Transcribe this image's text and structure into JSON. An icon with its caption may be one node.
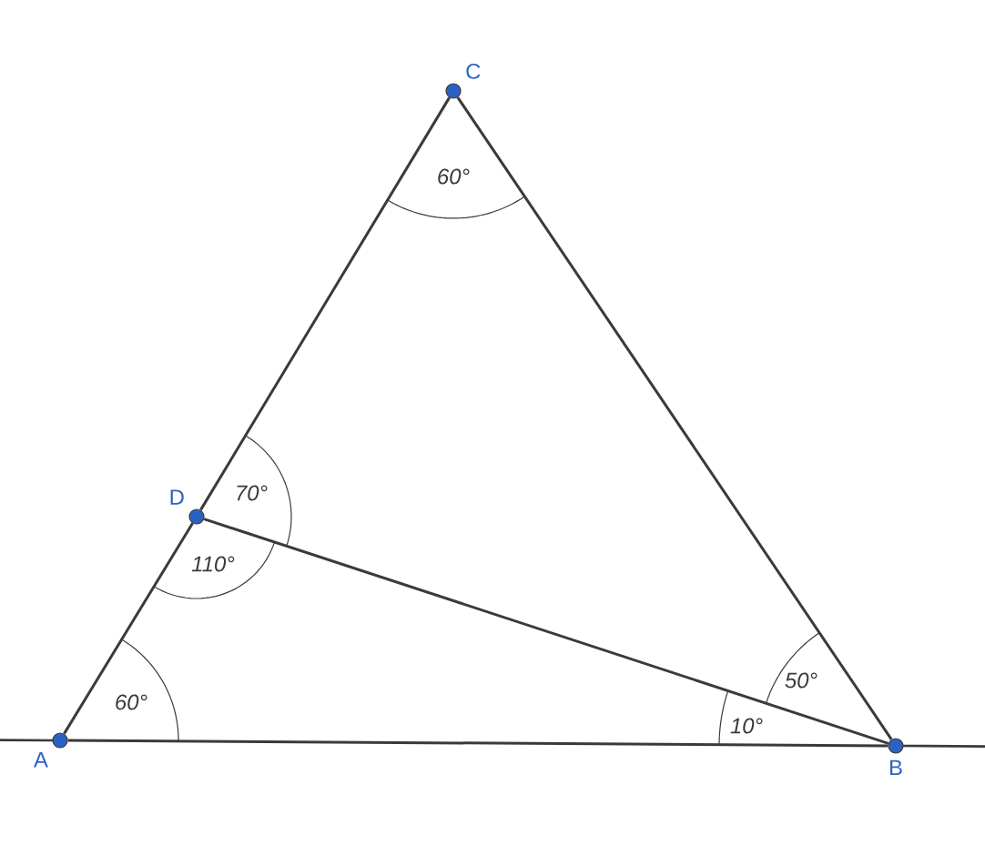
{
  "diagram": {
    "nodes": [
      {
        "text": [
          "A"
        ]
      },
      {
        "text": [
          "B"
        ]
      },
      {
        "text": [
          "C"
        ]
      },
      {
        "text": [
          "D"
        ]
      }
    ],
    "edges": [
      {
        "from": 0,
        "to": 1,
        "arrow": "none"
      },
      {
        "from": 0,
        "to": 3,
        "arrow": "none"
      },
      {
        "from": 3,
        "to": 2,
        "arrow": "none"
      },
      {
        "from": 2,
        "to": 1,
        "arrow": "none"
      },
      {
        "from": 3,
        "to": 1,
        "arrow": "none"
      }
    ],
    "labels": [
      "60°",
      "70°",
      "110°",
      "60°",
      "50°",
      "10°"
    ]
  }
}
